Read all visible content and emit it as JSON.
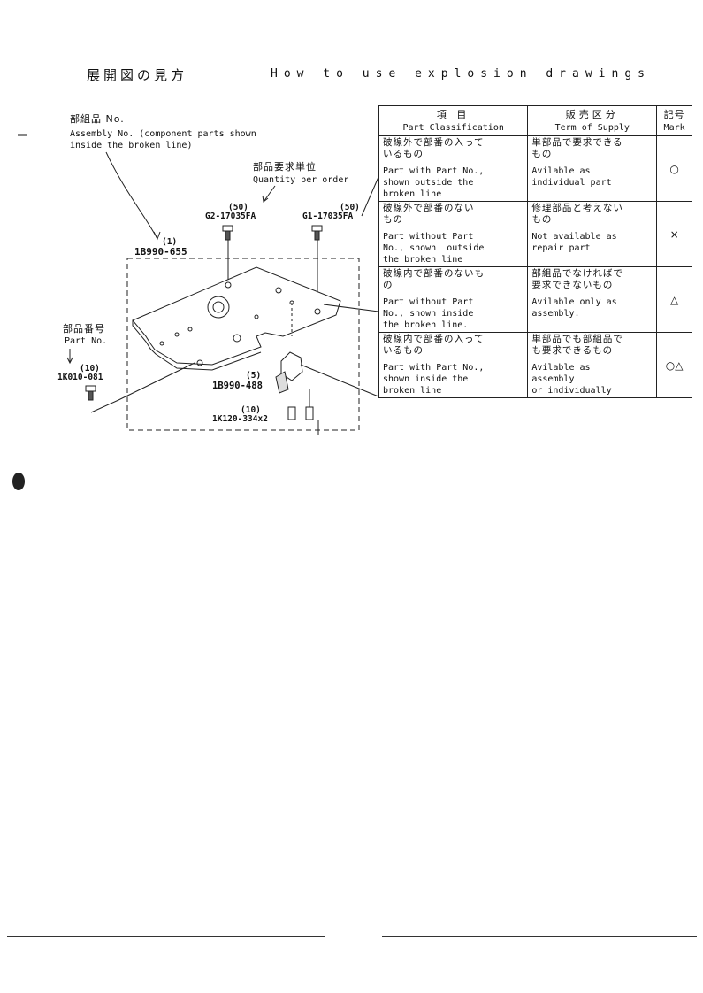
{
  "header": {
    "title_jp": "展開図の見方",
    "title_en": "How to use explosion drawings"
  },
  "diagram": {
    "assembly_label_jp": "部組品 No.",
    "assembly_label_en": "Assembly No. (component parts shown",
    "assembly_label_en2": "inside the broken line)",
    "qty_label_jp": "部品要求単位",
    "qty_label_en": "Quantity per order",
    "part_label_jp": "部品番号",
    "part_label_en": "Part No.",
    "screw_left_qty": "(50)",
    "screw_left_no": "G2-17035FA",
    "screw_right_qty": "(50)",
    "screw_right_no": "G1-17035FA",
    "assy_qty": "(1)",
    "assy_no": "1B990-655",
    "part_qty": "(10)",
    "part_no": "1K010-081",
    "sub_qty": "(5)",
    "sub_no": "1B990-488",
    "bottom_qty": "(10)",
    "bottom_no": "1K120-334x2"
  },
  "legend": {
    "headers": {
      "col1_jp": "項 目",
      "col1_en": "Part Classification",
      "col2_jp": "販売区分",
      "col2_en": "Term of Supply",
      "col3_jp": "記号",
      "col3_en": "Mark"
    },
    "rows": [
      {
        "class_jp": [
          "破線外で部番の入って",
          "いるもの"
        ],
        "class_en": [
          "Part with Part No.,",
          "shown outside the",
          "broken line"
        ],
        "supply_jp": [
          "単部品で要求できる",
          "もの"
        ],
        "supply_en": [
          "Avilable as",
          "individual part"
        ],
        "mark": "○"
      },
      {
        "class_jp": [
          "破線外で部番のない",
          "もの"
        ],
        "class_en": [
          "Part without Part",
          "No., shown  outside",
          "the broken line"
        ],
        "supply_jp": [
          "修理部品と考えない",
          "もの"
        ],
        "supply_en": [
          "Not available as",
          "repair part"
        ],
        "mark": "×"
      },
      {
        "class_jp": [
          "破線内で部番のないも",
          "の"
        ],
        "class_en": [
          "Part without Part",
          "No., shown inside",
          "the broken line."
        ],
        "supply_jp": [
          "部組品でなければで",
          "要求できないもの"
        ],
        "supply_en": [
          "Avilable only as",
          "assembly."
        ],
        "mark": "△"
      },
      {
        "class_jp": [
          "破線内で部番の入って",
          "いるもの"
        ],
        "class_en": [
          "Part with Part No.,",
          "shown inside the",
          "broken line"
        ],
        "supply_jp": [
          "単部品でも部組品で",
          "も要求できるもの"
        ],
        "supply_en": [
          "Avilable as",
          "assembly",
          "or individually"
        ],
        "mark": "○△"
      }
    ]
  }
}
